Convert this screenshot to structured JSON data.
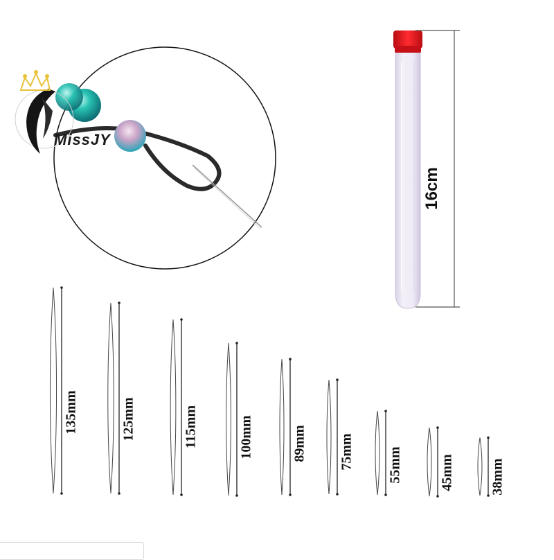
{
  "brand": {
    "name": "MissJY",
    "logo_icon": "crown-silhouette-logo-icon"
  },
  "tube": {
    "length_label": "16cm",
    "cap_color": "#e8141b",
    "body_color": "#e9e4f2"
  },
  "needles": [
    {
      "label": "135mm",
      "length_mm": 135
    },
    {
      "label": "125mm",
      "length_mm": 125
    },
    {
      "label": "115mm",
      "length_mm": 115
    },
    {
      "label": "100mm",
      "length_mm": 100
    },
    {
      "label": "89mm",
      "length_mm": 89
    },
    {
      "label": "75mm",
      "length_mm": 75
    },
    {
      "label": "55mm",
      "length_mm": 55
    },
    {
      "label": "45mm",
      "length_mm": 45
    },
    {
      "label": "38mm",
      "length_mm": 38
    }
  ],
  "colors": {
    "bead_teal": "#1fb5a8",
    "bead_pink": "#d8a6c8",
    "crown_gold": "#e8c23a"
  }
}
